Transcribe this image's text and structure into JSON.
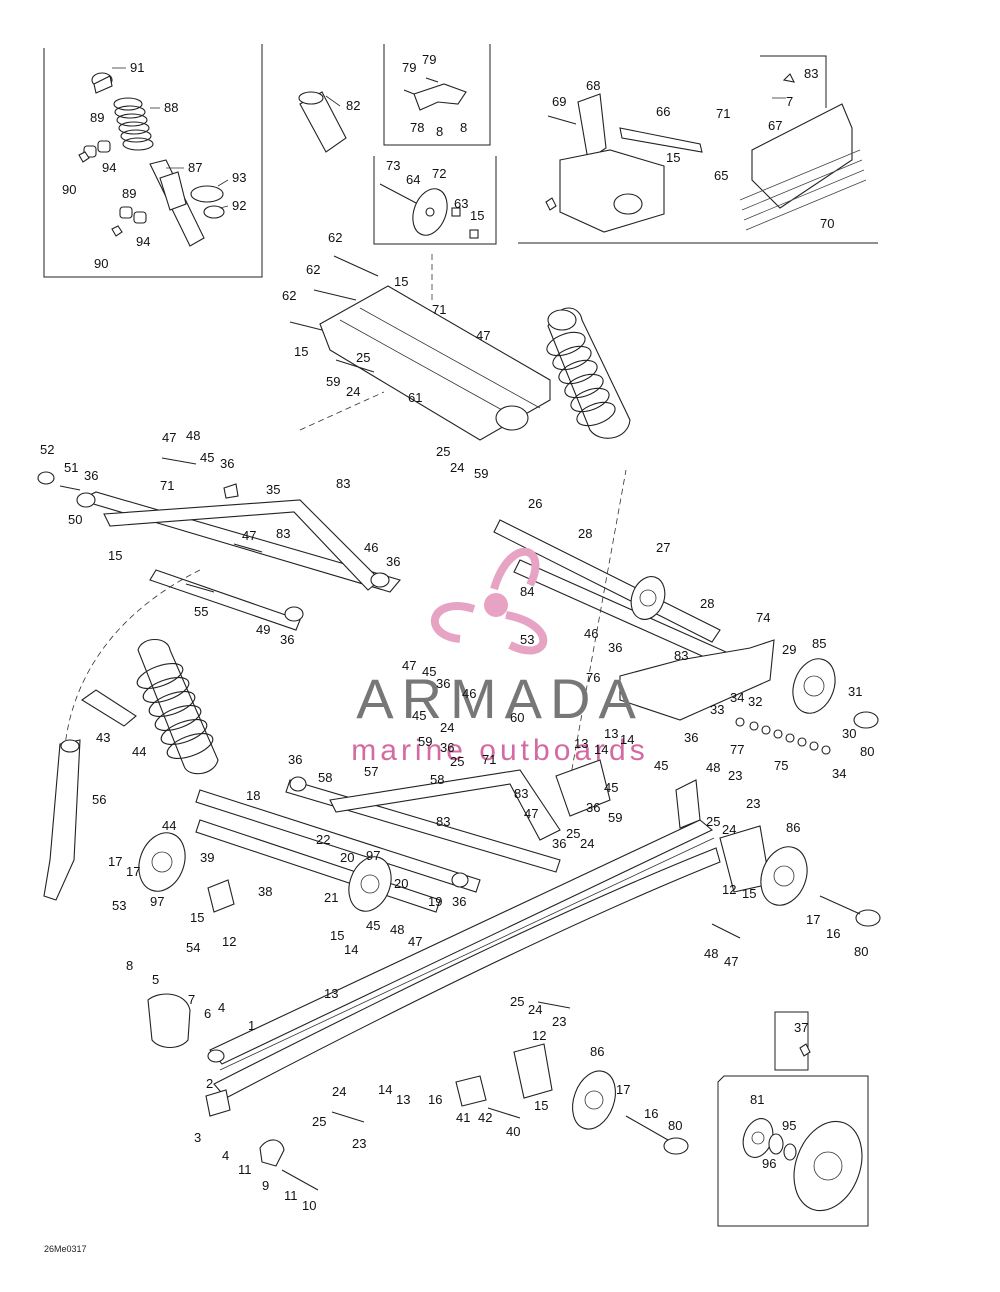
{
  "diagram": {
    "drawing_code": "26Me0317",
    "watermark": {
      "brand": "ARMADA",
      "tagline": "marine outboards",
      "colors": {
        "brand": "#777777",
        "logo": "#e7a3c4",
        "tagline": "#d46aa2"
      }
    },
    "callouts": {
      "c1": "91",
      "c2": "88",
      "c3": "89",
      "c4": "94",
      "c5": "90",
      "c6": "87",
      "c7": "93",
      "c8": "92",
      "c9": "89",
      "c10": "94",
      "c11": "90",
      "c12": "82",
      "c13": "79",
      "c14": "79",
      "c15": "78",
      "c16": "8",
      "c17": "8",
      "c18": "73",
      "c19": "64",
      "c20": "72",
      "c21": "63",
      "c22": "15",
      "c23": "68",
      "c24": "69",
      "c25": "66",
      "c26": "71",
      "c27": "67",
      "c28": "15",
      "c29": "65",
      "c30": "70",
      "c31": "83",
      "c32": "7",
      "c33": "62",
      "c34": "62",
      "c35": "15",
      "c36": "62",
      "c37": "71",
      "c38": "47",
      "c39": "15",
      "c40": "25",
      "c41": "59",
      "c42": "24",
      "c43": "61",
      "c44": "25",
      "c45": "24",
      "c46": "59",
      "c47": "52",
      "c48": "51",
      "c49": "50",
      "c50": "36",
      "c51": "47",
      "c52": "48",
      "c53": "45",
      "c54": "36",
      "c55": "71",
      "c56": "35",
      "c57": "83",
      "c58": "47",
      "c59": "83",
      "c60": "15",
      "c61": "46",
      "c62": "36",
      "c63": "55",
      "c64": "49",
      "c65": "36",
      "c66": "26",
      "c67": "28",
      "c68": "27",
      "c69": "28",
      "c70": "74",
      "c71": "84",
      "c72": "53",
      "c73": "46",
      "c74": "36",
      "c75": "83",
      "c76": "29",
      "c77": "85",
      "c78": "31",
      "c79": "76",
      "c80": "34",
      "c81": "32",
      "c82": "33",
      "c83": "36",
      "c84": "30",
      "c85": "80",
      "c86": "77",
      "c87": "75",
      "c88": "34",
      "c89": "43",
      "c90": "44",
      "c91": "56",
      "c92": "47",
      "c93": "45",
      "c94": "36",
      "c95": "46",
      "c96": "45",
      "c97": "24",
      "c98": "59",
      "c99": "60",
      "c100": "36",
      "c101": "58",
      "c102": "25",
      "c103": "13",
      "c104": "14",
      "c105": "13",
      "c106": "14",
      "c107": "36",
      "c108": "58",
      "c109": "57",
      "c110": "71",
      "c111": "83",
      "c112": "83",
      "c113": "47",
      "c114": "45",
      "c115": "36",
      "c116": "59",
      "c117": "25",
      "c118": "24",
      "c119": "36",
      "c120": "45",
      "c121": "48",
      "c122": "23",
      "c123": "23",
      "c124": "25",
      "c125": "24",
      "c126": "86",
      "c127": "12",
      "c128": "15",
      "c129": "17",
      "c130": "16",
      "c131": "80",
      "c132": "48",
      "c133": "47",
      "c134": "18",
      "c135": "44",
      "c136": "17",
      "c137": "17",
      "c138": "39",
      "c139": "22",
      "c140": "20",
      "c141": "97",
      "c142": "20",
      "c143": "38",
      "c144": "21",
      "c145": "97",
      "c146": "15",
      "c147": "12",
      "c148": "19",
      "c149": "36",
      "c150": "53",
      "c151": "45",
      "c152": "48",
      "c153": "47",
      "c154": "15",
      "c155": "14",
      "c156": "13",
      "c157": "54",
      "c158": "8",
      "c159": "5",
      "c160": "7",
      "c161": "6",
      "c162": "4",
      "c163": "1",
      "c164": "2",
      "c165": "3",
      "c166": "4",
      "c167": "11",
      "c168": "9",
      "c169": "11",
      "c170": "10",
      "c171": "25",
      "c172": "24",
      "c173": "23",
      "c174": "25",
      "c175": "24",
      "c176": "23",
      "c177": "14",
      "c178": "13",
      "c179": "16",
      "c180": "41",
      "c181": "42",
      "c182": "40",
      "c183": "12",
      "c184": "15",
      "c185": "86",
      "c186": "17",
      "c187": "16",
      "c188": "80",
      "c189": "37",
      "c190": "81",
      "c191": "95",
      "c192": "96"
    }
  }
}
